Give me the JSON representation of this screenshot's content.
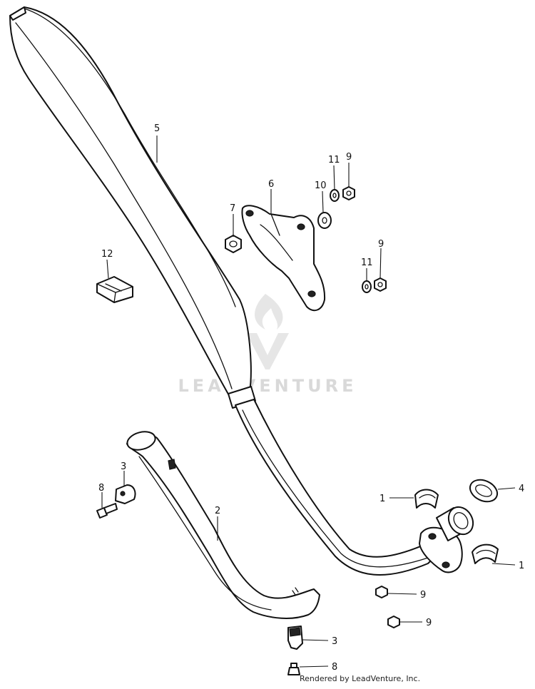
{
  "watermark": {
    "text": "LEADVENTURE"
  },
  "footer": {
    "credit": "Rendered by LeadVenture, Inc."
  },
  "callouts": {
    "muffler": "5",
    "bracket": "6",
    "nut_bracket": "7",
    "washer_top": "10",
    "lockwasher_top": "11",
    "nut_top": "9",
    "lockwasher_mid": "11",
    "nut_mid": "9",
    "damper": "12",
    "exhaust_pipe": "2",
    "clamp_left": "3",
    "bolt_left": "8",
    "collar_upper": "1",
    "joint_gasket": "4",
    "collar_lower": "1",
    "nut_lower_a": "9",
    "nut_lower_b": "9",
    "clamp_bottom": "3",
    "bolt_bottom": "8"
  }
}
